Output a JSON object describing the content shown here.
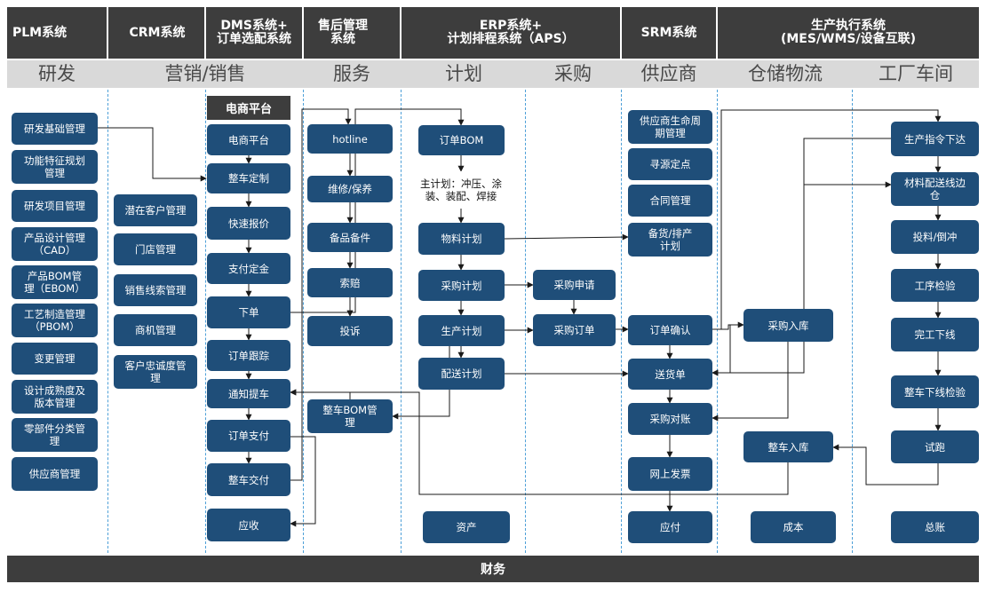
{
  "systems": {
    "plm": "PLM系统",
    "crm": "CRM系统",
    "dms": "DMS系统+\n订单选配系统",
    "aftersales": "售后管理\n系统",
    "erp": "ERP系统+\n计划排程系统（APS）",
    "srm": "SRM系统",
    "mes": "生产执行系统\n(MES/WMS/设备互联)"
  },
  "areas": {
    "rd": "研发",
    "marketing": "营销/销售",
    "service": "服务",
    "planning": "计划",
    "purchasing": "采购",
    "supplier": "供应商",
    "logistics": "仓储物流",
    "workshop": "工厂车间"
  },
  "plm": {
    "items": [
      "研发基础管理",
      "功能特征规划\n管理",
      "研发项目管理",
      "产品设计管理\n（CAD）",
      "产品BOM管\n理（EBOM）",
      "工艺制造管理\n（PBOM）",
      "变更管理",
      "设计成熟度及\n版本管理",
      "零部件分类管\n理",
      "供应商管理"
    ]
  },
  "crm": {
    "items": [
      "潜在客户管理",
      "门店管理",
      "销售线索管理",
      "商机管理",
      "客户忠诚度管\n理"
    ]
  },
  "dms": {
    "header": "电商平台",
    "items": [
      "电商平台",
      "整车定制",
      "快速报价",
      "支付定金",
      "下单",
      "订单跟踪",
      "通知提车",
      "订单支付",
      "整车交付",
      "应收"
    ]
  },
  "aftersales": {
    "items": [
      "hotline",
      "维修/保养",
      "备品备件",
      "索赔",
      "投诉",
      "整车BOM管\n理"
    ]
  },
  "erp": {
    "items": [
      "订单BOM",
      "主计划：冲压、涂\n装、装配、焊接",
      "物料计划",
      "采购计划",
      "生产计划",
      "配送计划",
      "资产"
    ]
  },
  "purchasing": {
    "items": [
      "采购申请",
      "采购订单"
    ]
  },
  "srm": {
    "items": [
      "供应商生命周\n期管理",
      "寻源定点",
      "合同管理",
      "备货/排产\n计划",
      "订单确认",
      "送货单",
      "采购对账",
      "网上发票",
      "应付"
    ]
  },
  "logistics": {
    "items": [
      "采购入库",
      "整车入库",
      "成本"
    ]
  },
  "mes": {
    "items": [
      "生产指令下达",
      "材料配送线边\n仓",
      "投料/倒冲",
      "工序检验",
      "完工下线",
      "整车下线检验",
      "试跑",
      "总账"
    ]
  },
  "footer": "财务",
  "colors": {
    "box": "#1f4e79",
    "header": "#3d3d3d",
    "subheader": "#d9d9d9",
    "divider": "#4ea0d8"
  }
}
